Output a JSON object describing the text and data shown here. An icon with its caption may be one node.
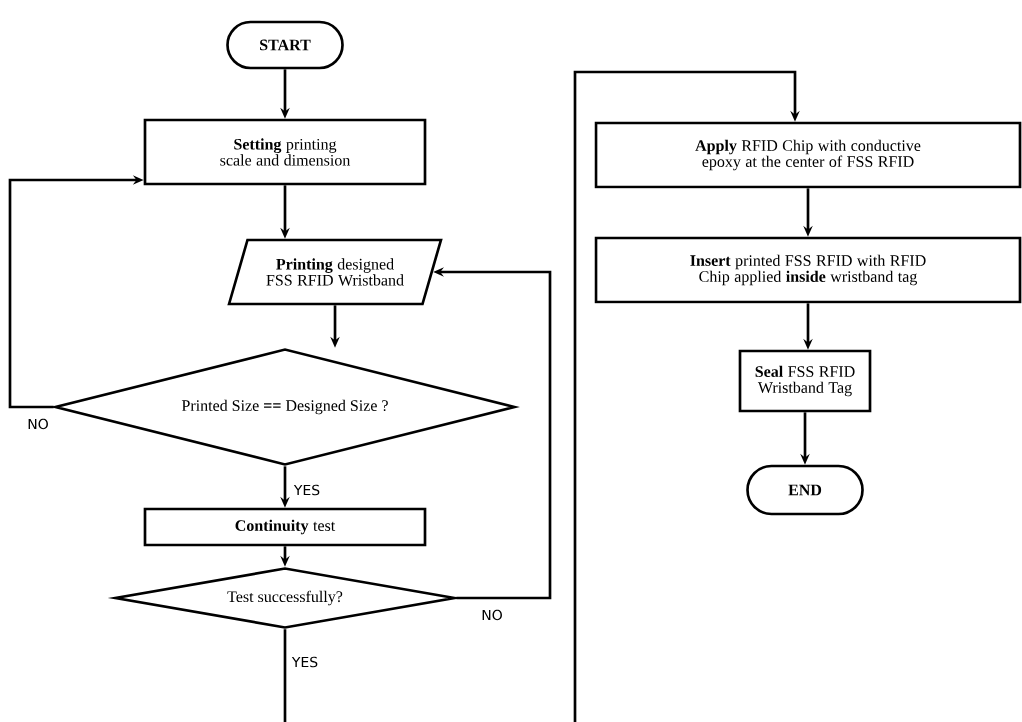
{
  "diagram": {
    "nodes": [
      {
        "text": [
          "START"
        ]
      },
      {
        "text": [
          "**Setting** printing scale and dimension"
        ]
      },
      {
        "text": [
          "**Printing** designed FSS RFID Wristband"
        ]
      },
      {
        "text": [
          "Printed Size **==** Designed Size ?"
        ]
      },
      {
        "text": [
          "**Continuity** test"
        ]
      },
      {
        "text": [
          "Test successfully?"
        ]
      },
      {
        "text": [
          "**Apply** RFID Chip with conductive epoxy at the center of FSS RFID"
        ]
      },
      {
        "text": [
          "**Insert** printed FSS RFID with RFID Chip applied **inside** wristband tag"
        ]
      },
      {
        "text": [
          "**Seal** FSS RFID Wristband Tag"
        ]
      },
      {
        "text": [
          "END"
        ]
      }
    ],
    "edges": [
      {
        "from": 0,
        "to": 1,
        "arrow": "to"
      },
      {
        "from": 1,
        "to": 2,
        "arrow": "to"
      },
      {
        "from": 2,
        "to": 3,
        "arrow": "to"
      },
      {
        "from": 3,
        "to": 1,
        "arrow": "to",
        "label": "NO"
      },
      {
        "from": 3,
        "to": 4,
        "arrow": "to",
        "label": "YES"
      },
      {
        "from": 4,
        "to": 5,
        "arrow": "to"
      },
      {
        "from": 5,
        "to": 2,
        "arrow": "to",
        "label": "NO"
      },
      {
        "from": 5,
        "to": 6,
        "arrow": "to",
        "label": "YES"
      },
      {
        "from": 6,
        "to": 7,
        "arrow": "to"
      },
      {
        "from": 7,
        "to": 8,
        "arrow": "to"
      },
      {
        "from": 8,
        "to": 9,
        "arrow": "to"
      }
    ]
  }
}
